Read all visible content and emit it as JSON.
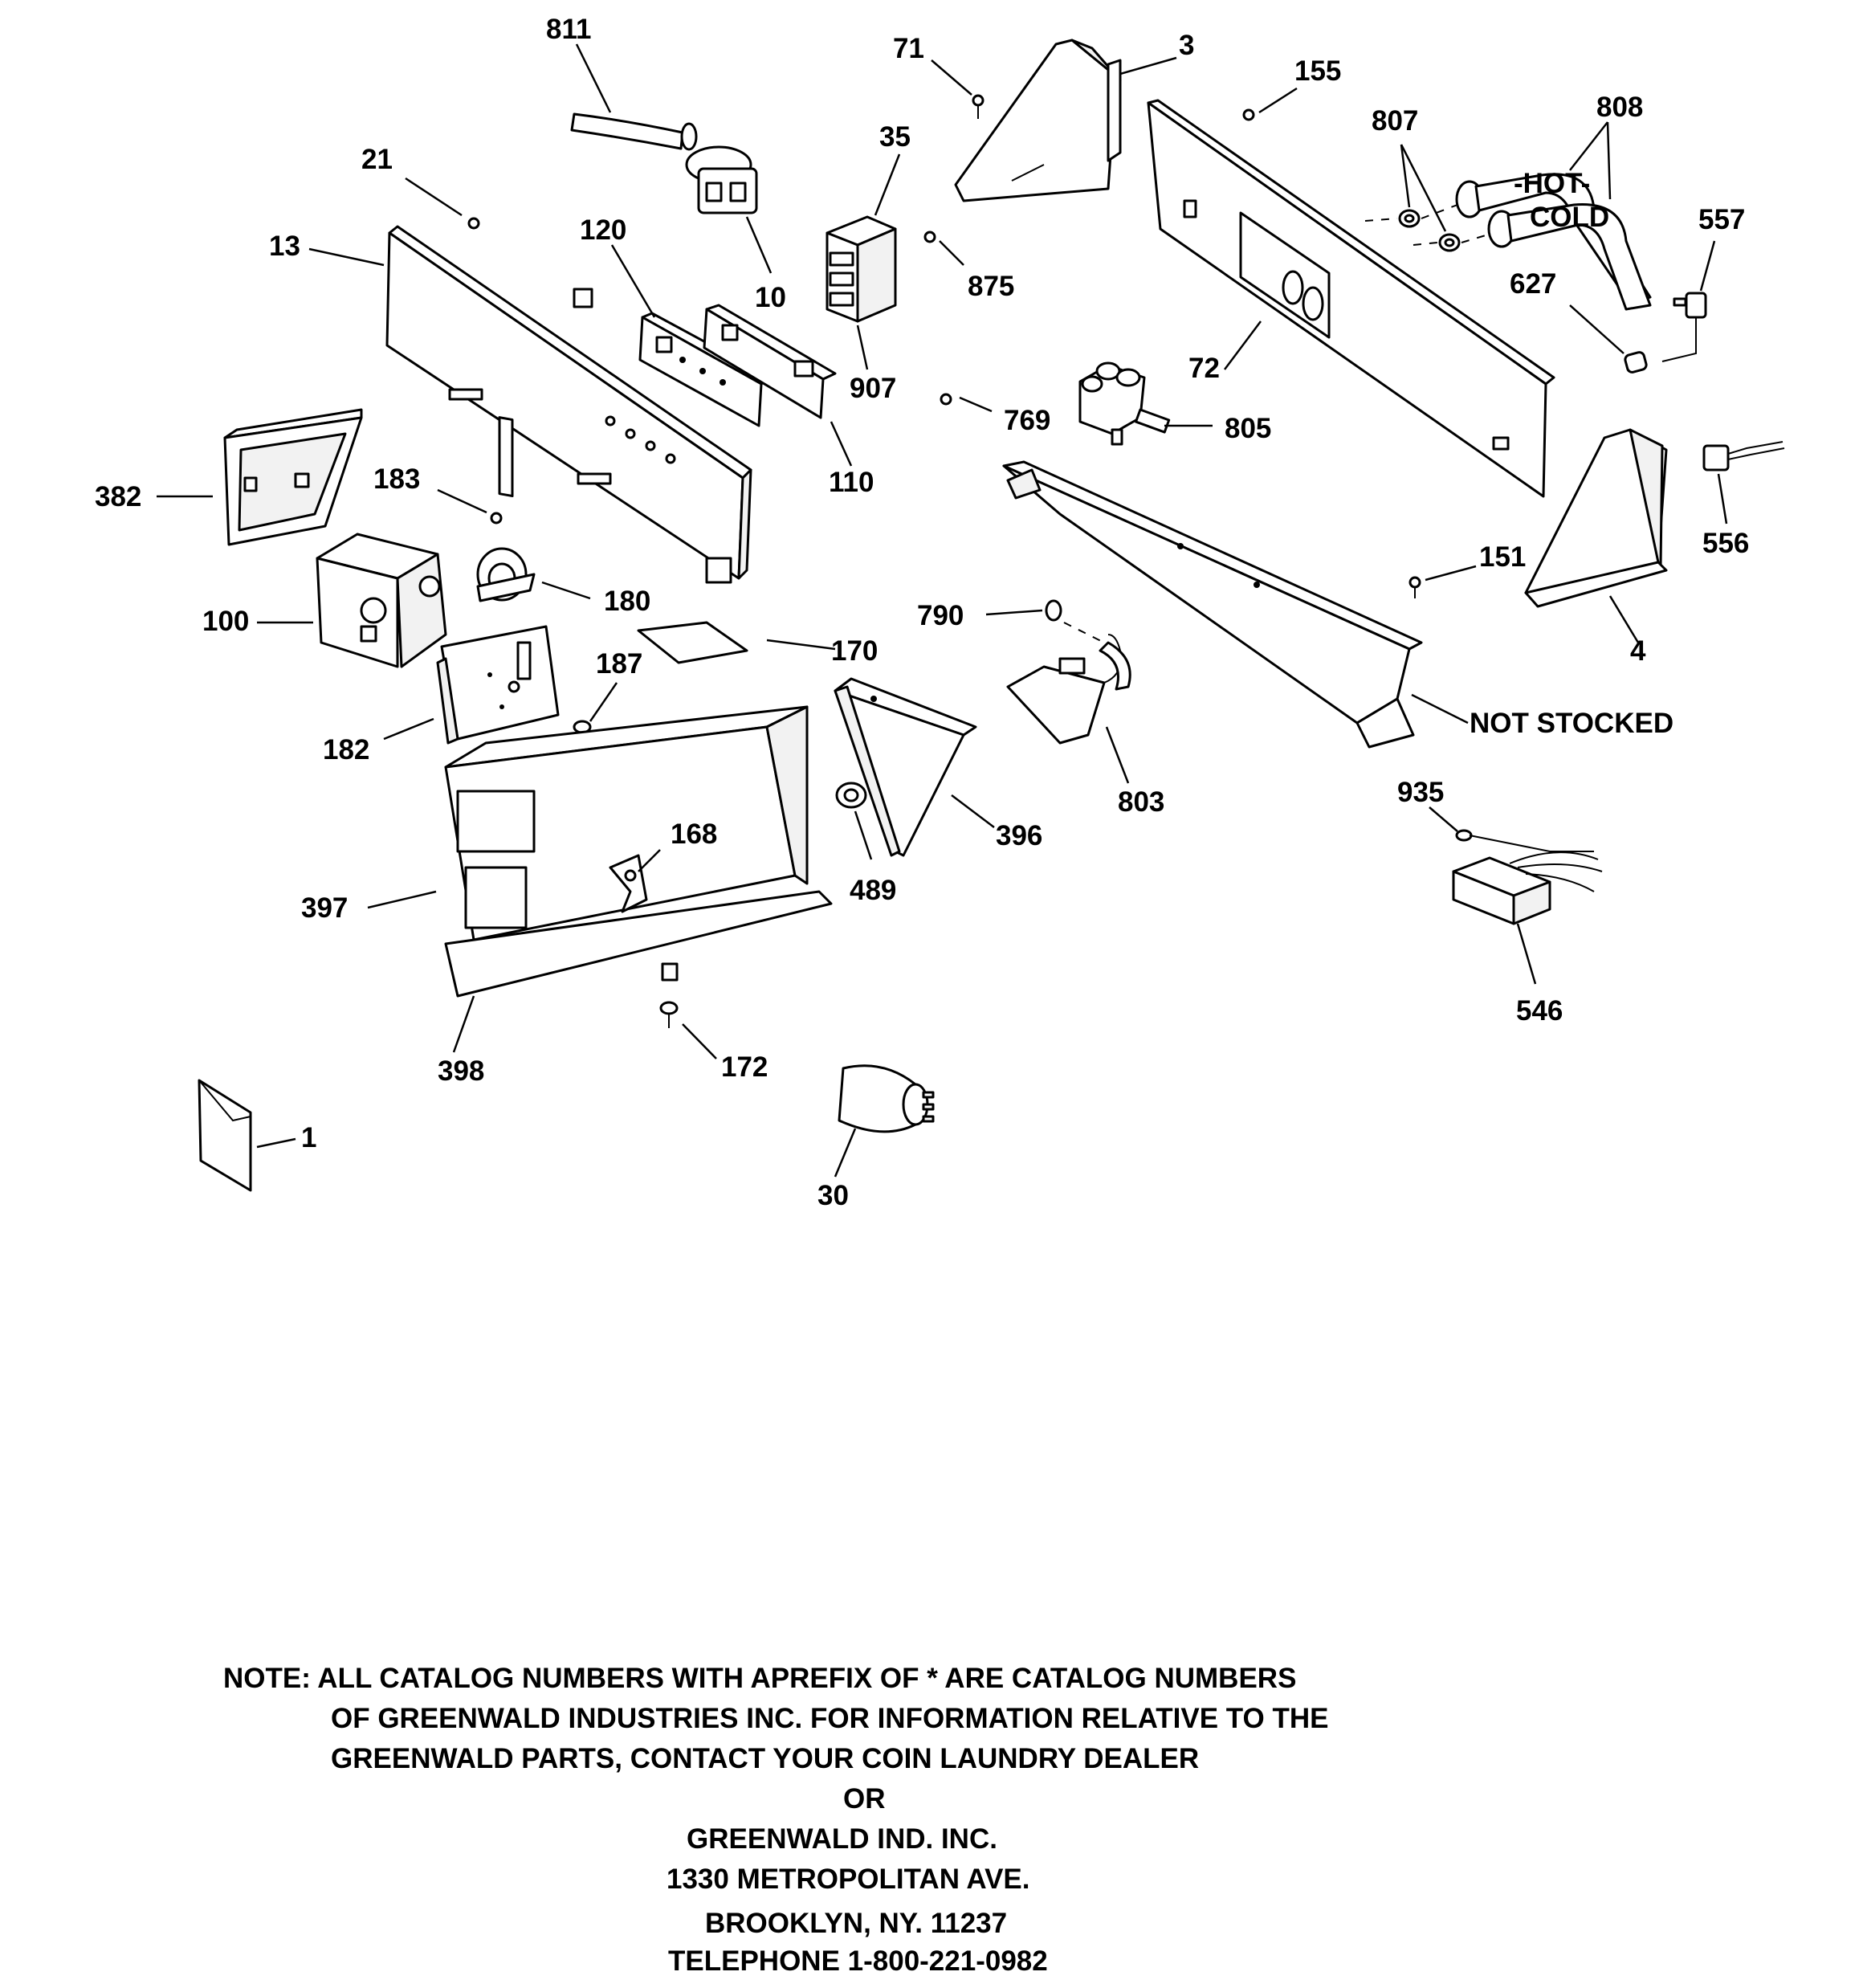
{
  "callouts": {
    "c811": "811",
    "c71": "71",
    "c3": "3",
    "c155": "155",
    "c807": "807",
    "c808": "808",
    "c21": "21",
    "c35": "35",
    "c120": "120",
    "c13": "13",
    "c10": "10",
    "c875": "875",
    "c557": "557",
    "c627": "627",
    "c72": "72",
    "c907": "907",
    "c769": "769",
    "c805": "805",
    "c110": "110",
    "c382": "382",
    "c183": "183",
    "c556": "556",
    "c151": "151",
    "c180": "180",
    "c100": "100",
    "c4": "4",
    "c790": "790",
    "c170": "170",
    "c187": "187",
    "c182": "182",
    "c168": "168",
    "c803": "803",
    "c396": "396",
    "c489": "489",
    "c397": "397",
    "c935": "935",
    "c546": "546",
    "c172": "172",
    "c398": "398",
    "c1": "1",
    "c30": "30",
    "not_stocked": "NOT STOCKED"
  },
  "hose_tags": {
    "hot": "-HOT-",
    "cold": "COLD"
  },
  "note": {
    "line1": "NOTE: ALL CATALOG NUMBERS WITH APREFIX OF * ARE CATALOG NUMBERS",
    "line2": "OF GREENWALD INDUSTRIES INC. FOR INFORMATION RELATIVE TO THE",
    "line3": "GREENWALD PARTS, CONTACT YOUR COIN LAUNDRY DEALER",
    "line4": "OR",
    "line5": "GREENWALD IND. INC.",
    "line6": "1330 METROPOLITAN AVE.",
    "line7": "BROOKLYN, NY. 11237",
    "line8": "TELEPHONE 1-800-221-0982"
  }
}
